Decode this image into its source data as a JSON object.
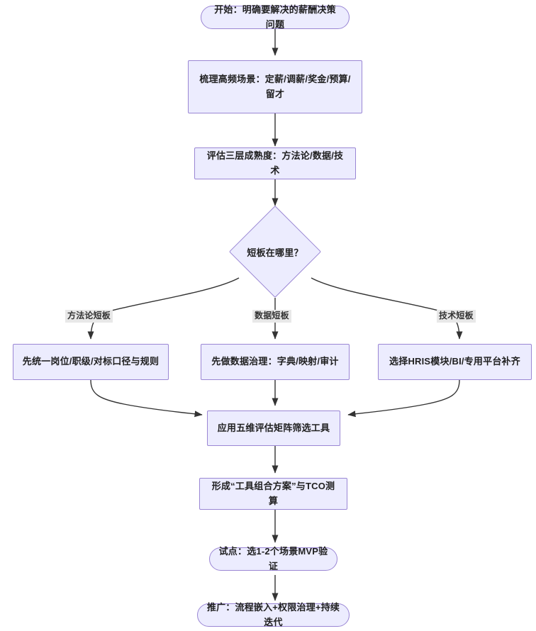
{
  "diagram": {
    "type": "flowchart",
    "direction": "top-down",
    "theme": {
      "node_fill": "#ececfe",
      "node_border": "#9a86d4",
      "edge_color": "#333333",
      "label_background": "#e8e8e8",
      "text_color": "#1f1f1f",
      "canvas_background": "#ffffff"
    },
    "nodes": [
      {
        "id": "start",
        "shape": "stadium",
        "label": "开始：明确要解决的薪酬决策问题"
      },
      {
        "id": "scenes",
        "shape": "rect",
        "label": "梳理高频场景：定薪/调薪/奖金/预算/留才"
      },
      {
        "id": "maturity",
        "shape": "rect",
        "label": "评估三层成熟度：方法论/数据/技术"
      },
      {
        "id": "decision",
        "shape": "diamond",
        "label": "短板在哪里？"
      },
      {
        "id": "method",
        "shape": "rect",
        "label": "先统一岗位/职级/对标口径与规则"
      },
      {
        "id": "data",
        "shape": "rect",
        "label": "先做数据治理：字典/映射/审计"
      },
      {
        "id": "tech",
        "shape": "rect",
        "label": "选择HRIS模块/BI/专用平台补齐"
      },
      {
        "id": "matrix",
        "shape": "rect",
        "label": "应用五维评估矩阵筛选工具"
      },
      {
        "id": "tco",
        "shape": "rect",
        "label": "形成“工具组合方案”与TCO测算"
      },
      {
        "id": "pilot",
        "shape": "stadium",
        "label": "试点：选1-2个场景MVP验证"
      },
      {
        "id": "rollout",
        "shape": "stadium",
        "label": "推广：流程嵌入+权限治理+持续迭代"
      }
    ],
    "edges": [
      {
        "from": "start",
        "to": "scenes",
        "label": ""
      },
      {
        "from": "scenes",
        "to": "maturity",
        "label": ""
      },
      {
        "from": "maturity",
        "to": "decision",
        "label": ""
      },
      {
        "from": "decision",
        "to": "method",
        "label": "方法论短板"
      },
      {
        "from": "decision",
        "to": "data",
        "label": "数据短板"
      },
      {
        "from": "decision",
        "to": "tech",
        "label": "技术短板"
      },
      {
        "from": "method",
        "to": "matrix",
        "label": ""
      },
      {
        "from": "data",
        "to": "matrix",
        "label": ""
      },
      {
        "from": "tech",
        "to": "matrix",
        "label": ""
      },
      {
        "from": "matrix",
        "to": "tco",
        "label": ""
      },
      {
        "from": "tco",
        "to": "pilot",
        "label": ""
      },
      {
        "from": "pilot",
        "to": "rollout",
        "label": ""
      }
    ],
    "edge_labels": {
      "method_branch": "方法论短板",
      "data_branch": "数据短板",
      "tech_branch": "技术短板"
    }
  }
}
